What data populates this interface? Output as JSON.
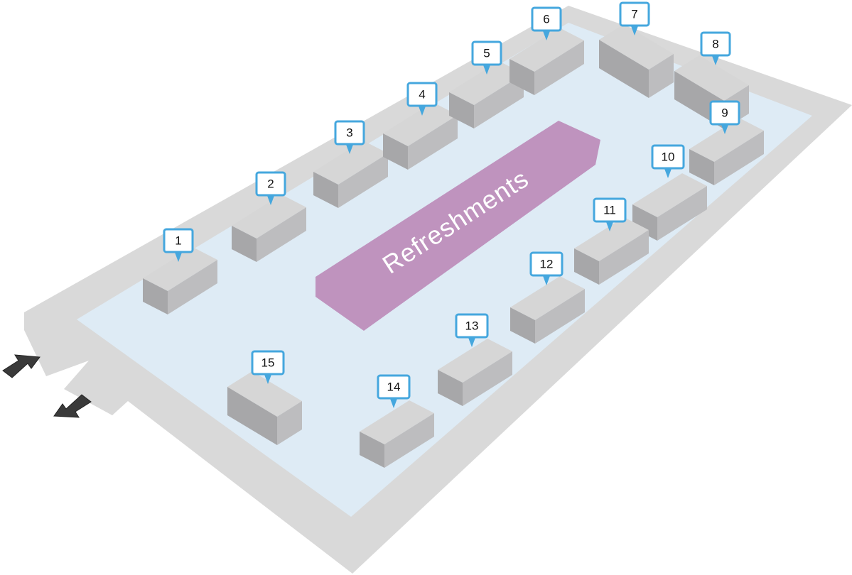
{
  "map": {
    "colors": {
      "walkway": "#d9d9d9",
      "floor": "#deebf5",
      "booth_top": "#d6d6d6",
      "booth_side_dark": "#a7a7a9",
      "booth_side_light": "#bdbdbf",
      "refreshments": "#bf93be",
      "pin": "#45a7de",
      "arrow": "#3a3a3a"
    },
    "refreshments_label": "Refreshments",
    "booths": [
      {
        "label": "1"
      },
      {
        "label": "2"
      },
      {
        "label": "3"
      },
      {
        "label": "4"
      },
      {
        "label": "5"
      },
      {
        "label": "6"
      },
      {
        "label": "7"
      },
      {
        "label": "8"
      },
      {
        "label": "9"
      },
      {
        "label": "10"
      },
      {
        "label": "11"
      },
      {
        "label": "12"
      },
      {
        "label": "13"
      },
      {
        "label": "14"
      },
      {
        "label": "15"
      }
    ],
    "entrance_arrows": [
      "entry-arrow",
      "exit-arrow"
    ]
  }
}
